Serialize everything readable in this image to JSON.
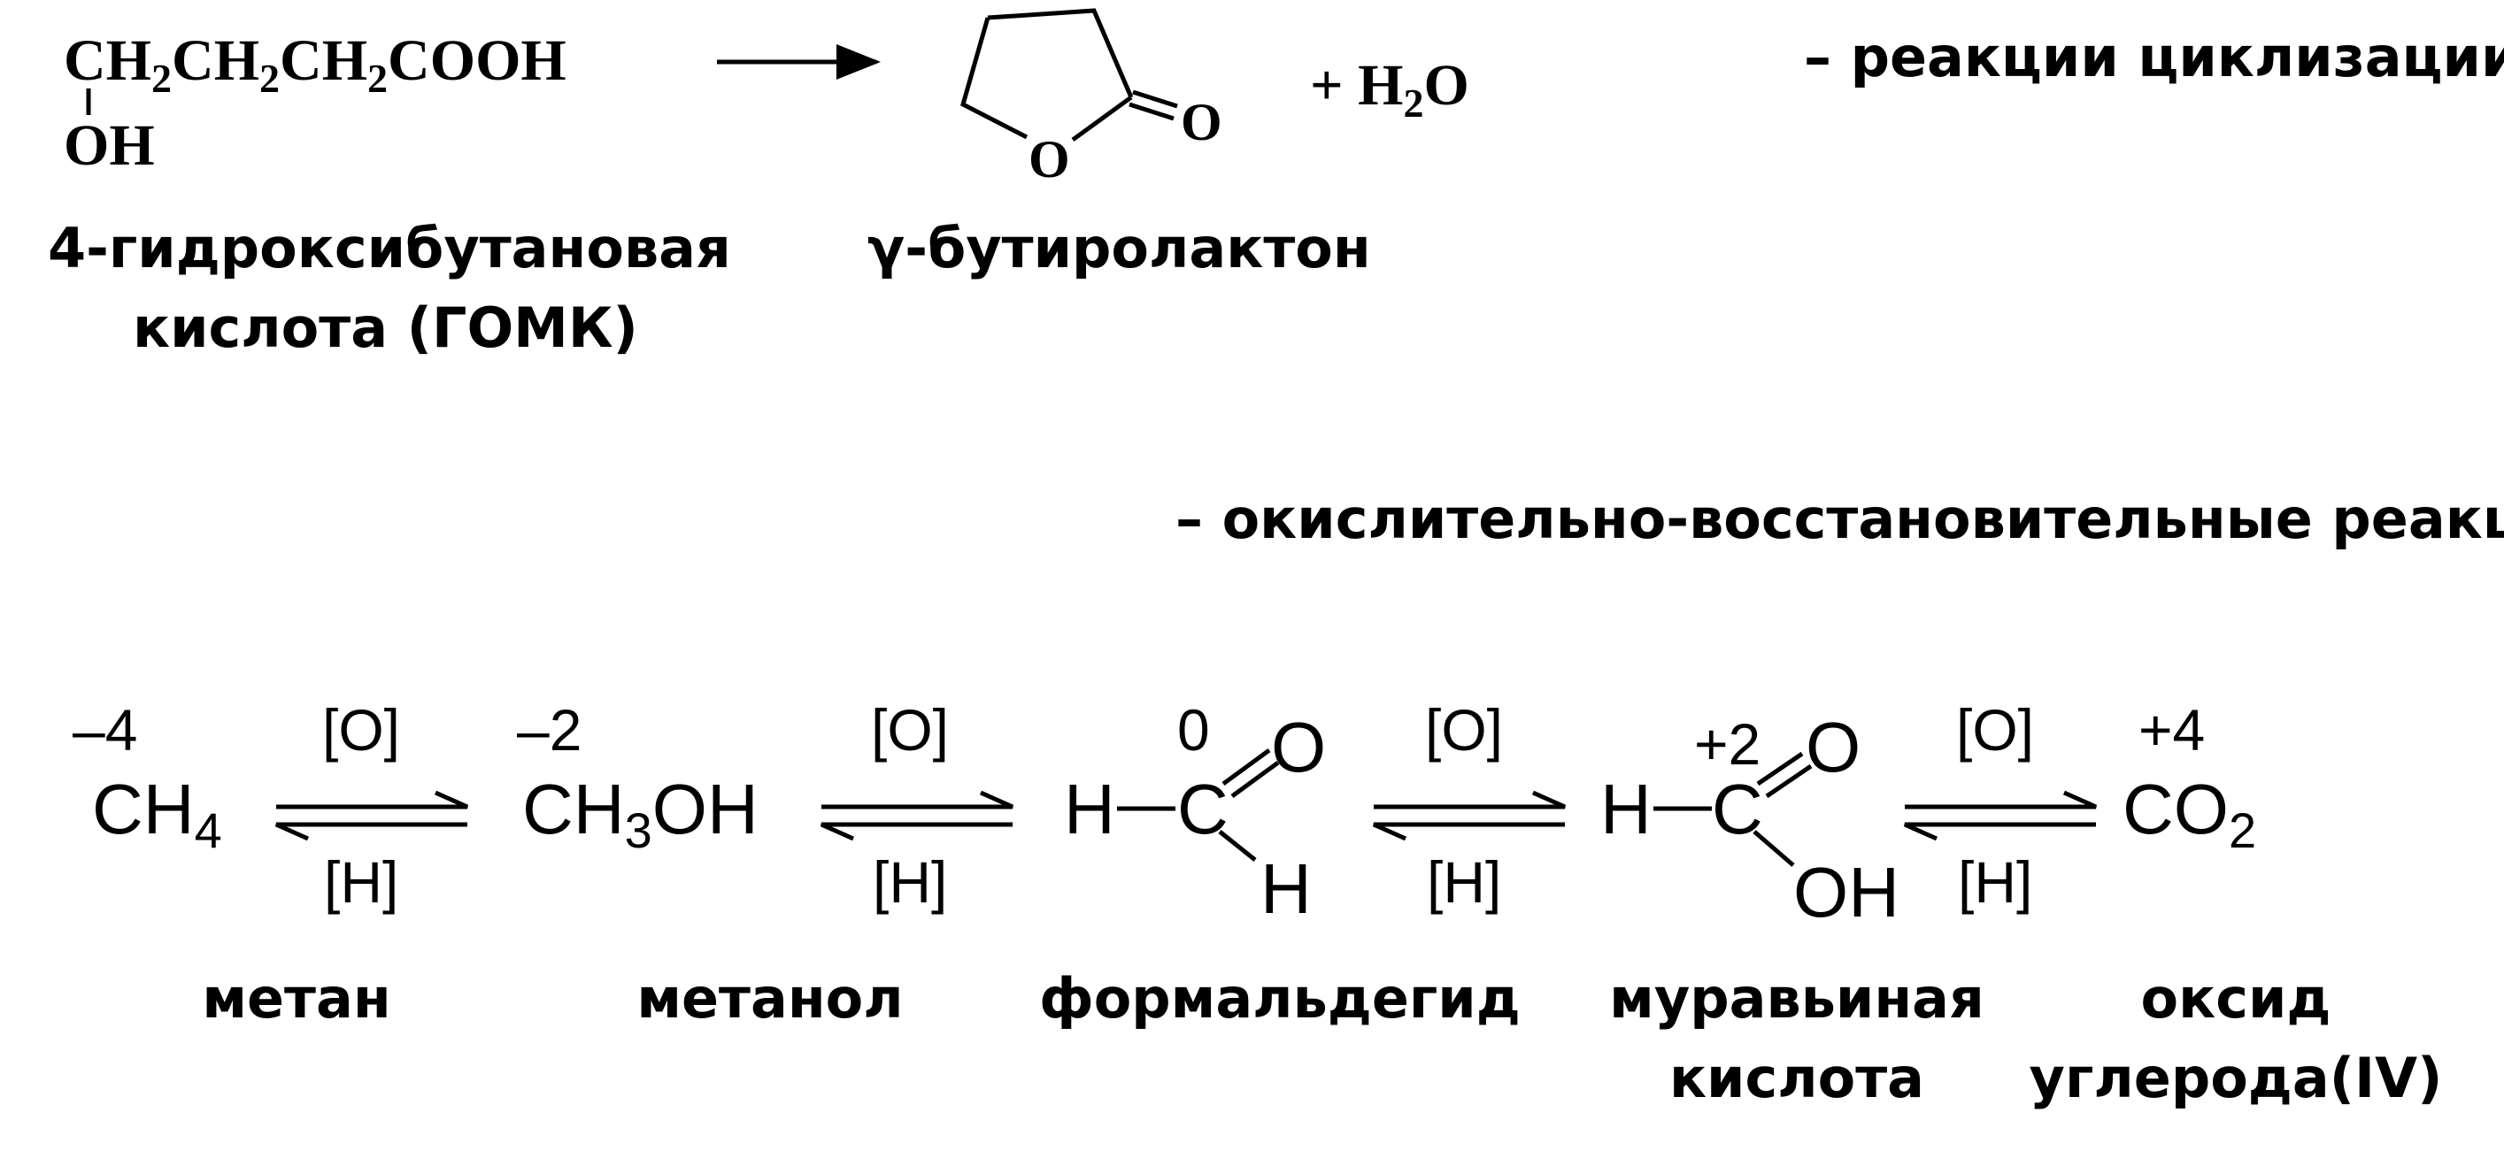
{
  "cyclization": {
    "formula_main": "CH2CH2CH2COOH",
    "formula_oh": "OH",
    "ring_oxygen": "O",
    "carbonyl_oxygen": "O",
    "plus_water": "+ H2O",
    "reaction_type": "–  реакции циклизации",
    "reactant_name_line1": "4-гидроксибутановая",
    "reactant_name_line2": "кислота (ГОМК)",
    "product_name": "γ-бутиролактон"
  },
  "redox": {
    "reaction_type": "–  окислительно-восстановительные реакции",
    "oxidant_label": "[O]",
    "reductant_label": "[H]",
    "steps": [
      {
        "oxidation_state": "–4",
        "formula": "CH4",
        "name_line1": "метан",
        "name_line2": ""
      },
      {
        "oxidation_state": "–2",
        "formula": "CH3OH",
        "name_line1": "метанол",
        "name_line2": ""
      },
      {
        "oxidation_state": "0",
        "formula": "H–C(=O)–H",
        "name_line1": "формальдегид",
        "name_line2": ""
      },
      {
        "oxidation_state": "+2",
        "formula": "H–C(=O)–OH",
        "name_line1": "муравьиная",
        "name_line2": "кислота"
      },
      {
        "oxidation_state": "+4",
        "formula": "CO2",
        "name_line1": "оксид",
        "name_line2": "углерода(IV)"
      }
    ]
  },
  "atoms": {
    "H": "H",
    "C": "C",
    "O": "O",
    "OH": "OH"
  },
  "colors": {
    "ink": "#000000",
    "background": "#ffffff"
  }
}
